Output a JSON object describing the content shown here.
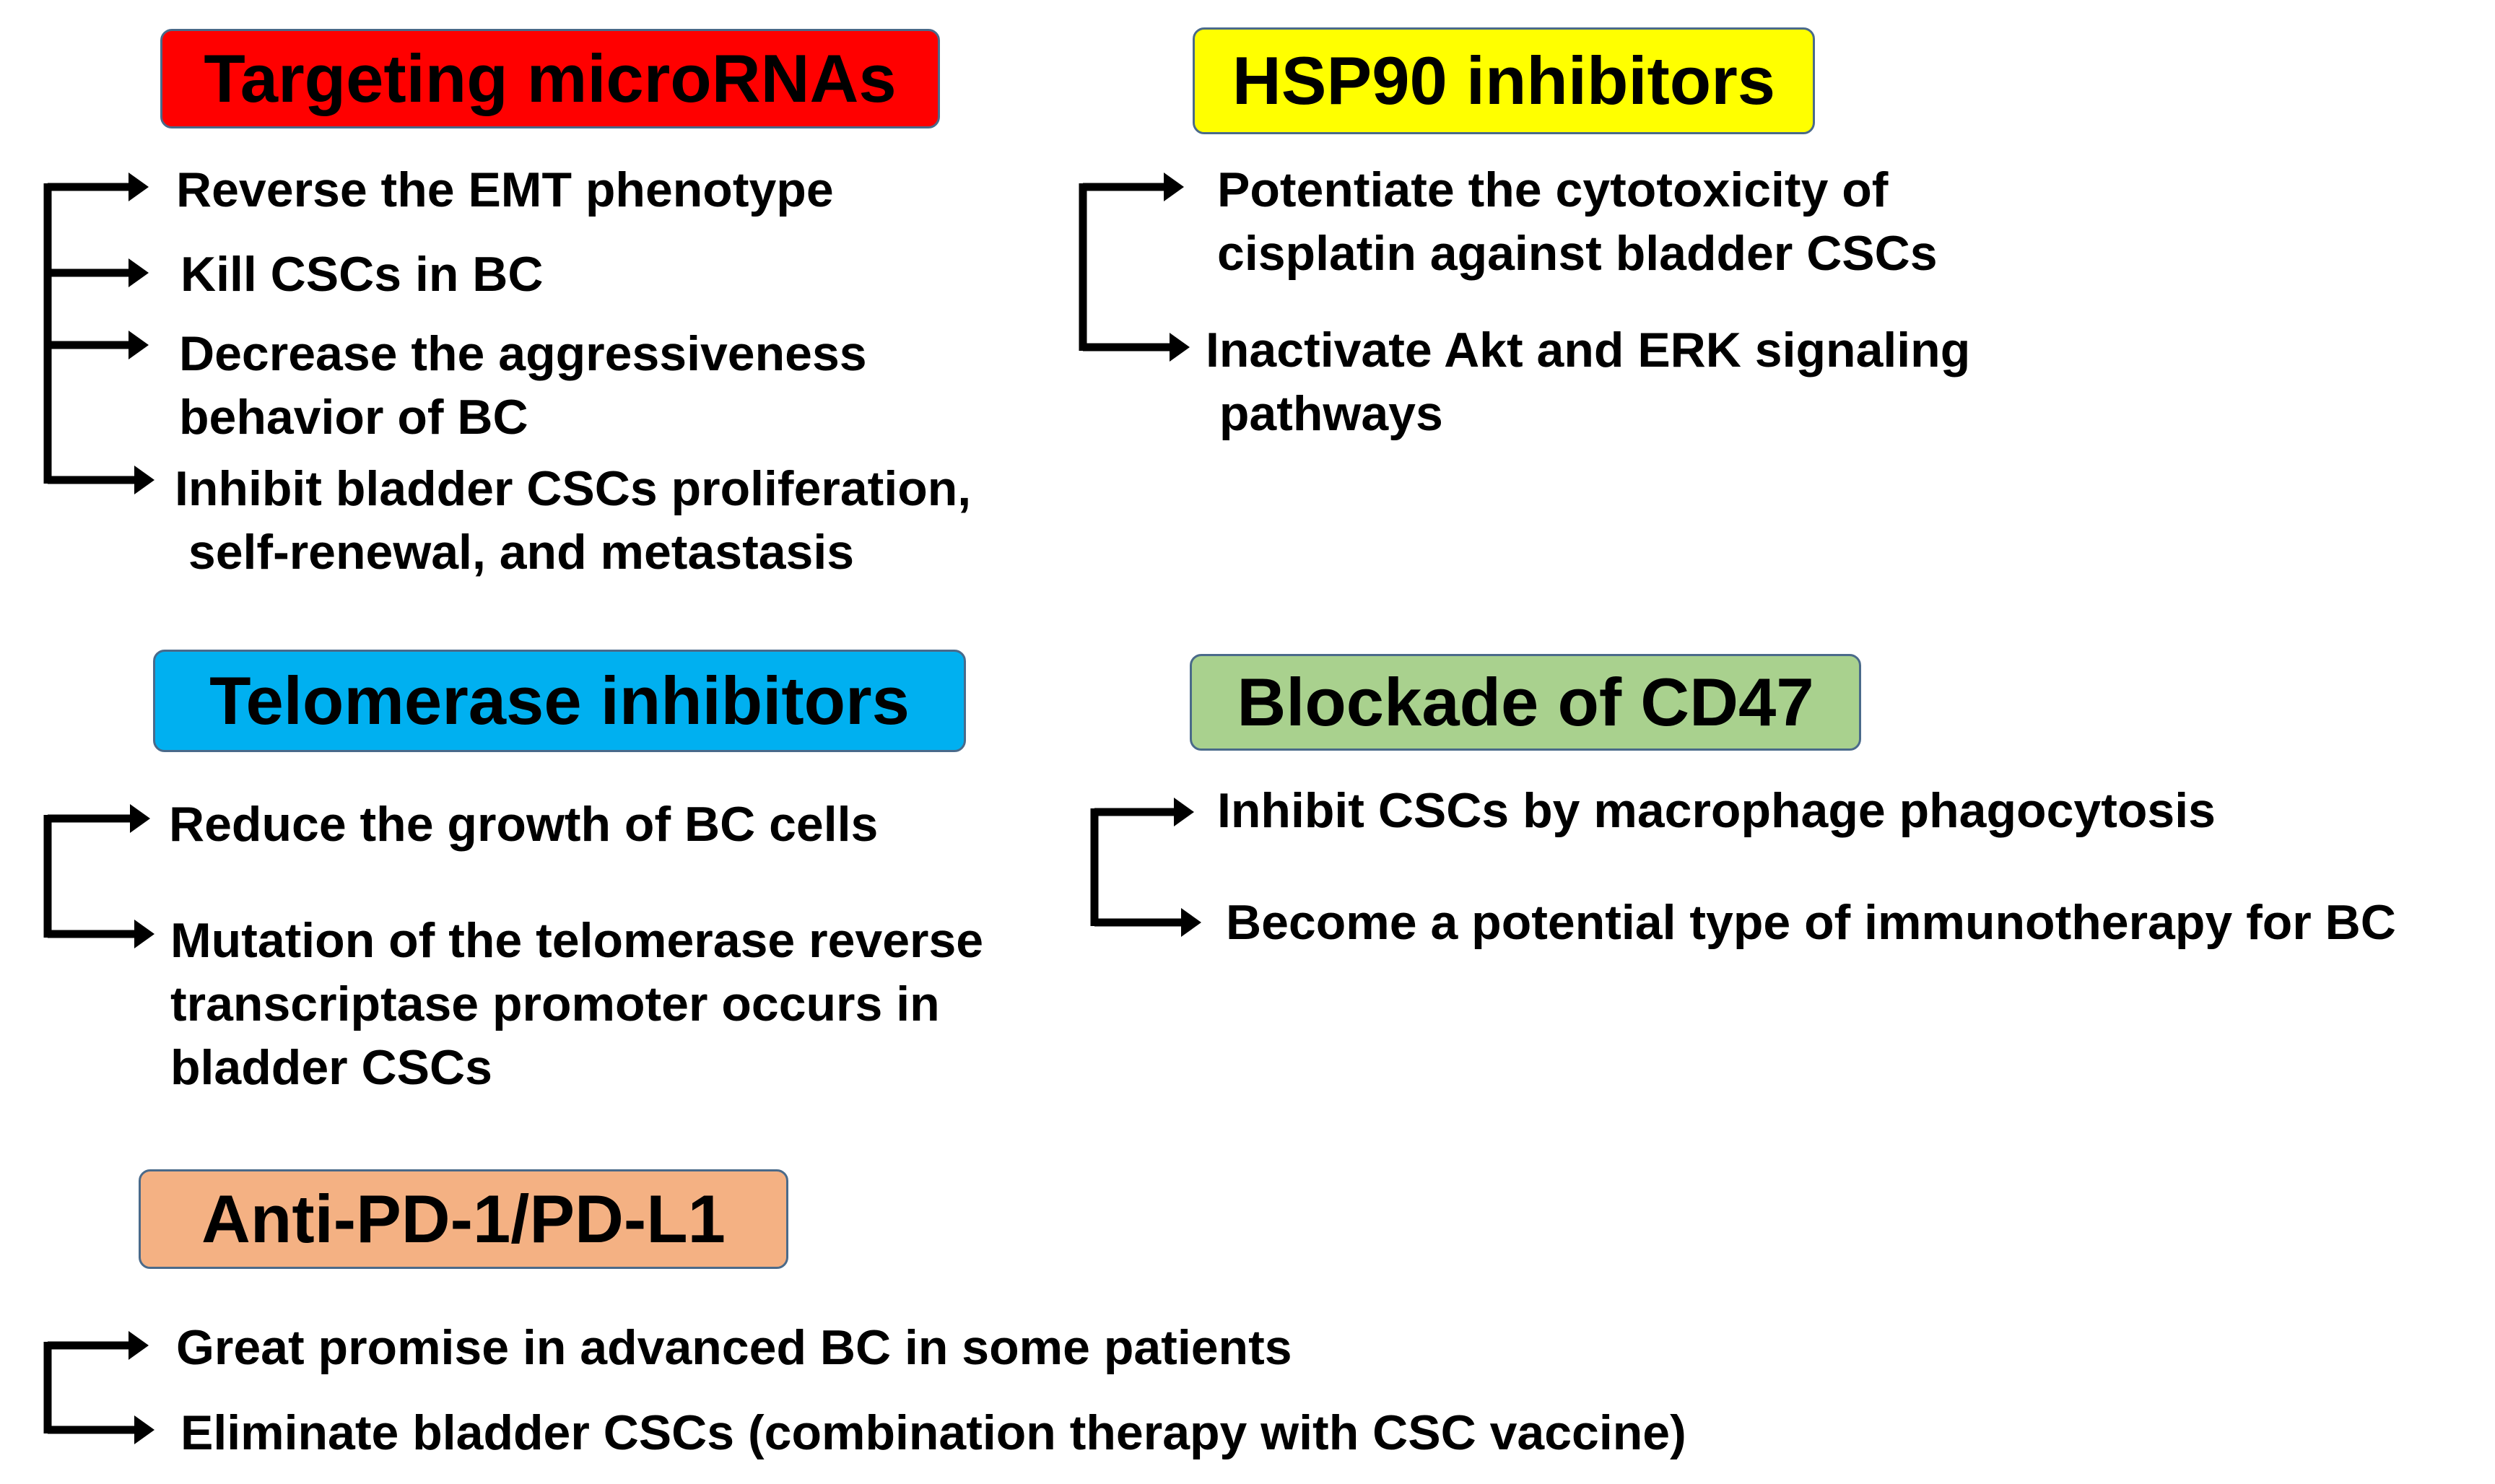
{
  "arrow_color": "#000000",
  "groups": [
    {
      "id": "microrna",
      "title": "Targeting microRNAs",
      "color": "#ff0000",
      "items": [
        [
          "Reverse the EMT phenotype"
        ],
        [
          "Kill CSCs in BC"
        ],
        [
          "Decrease the aggressiveness",
          "behavior of BC"
        ],
        [
          "Inhibit bladder CSCs proliferation,",
          " self-renewal, and metastasis"
        ]
      ]
    },
    {
      "id": "hsp90",
      "title": "HSP90 inhibitors",
      "color": "#ffff00",
      "items": [
        [
          "Potentiate the cytotoxicity of",
          "cisplatin against bladder CSCs"
        ],
        [
          "Inactivate Akt and ERK signaling",
          " pathways"
        ]
      ]
    },
    {
      "id": "telomerase",
      "title": "Telomerase inhibitors",
      "color": "#00b0f0",
      "items": [
        [
          "Reduce the growth of BC cells"
        ],
        [
          "Mutation of the telomerase reverse",
          "transcriptase promoter occurs in",
          "bladder CSCs"
        ]
      ]
    },
    {
      "id": "cd47",
      "title": "Blockade of CD47",
      "color": "#a9d18e",
      "items": [
        [
          "Inhibit CSCs by macrophage phagocytosis"
        ],
        [
          "Become a potential type of immunotherapy for BC"
        ]
      ]
    },
    {
      "id": "pd1",
      "title": "Anti-PD-1/PD-L1",
      "color": "#f4b183",
      "items": [
        [
          "Great promise in advanced BC in some patients"
        ],
        [
          "Eliminate bladder CSCs (combination therapy with CSC vaccine)"
        ]
      ]
    }
  ]
}
